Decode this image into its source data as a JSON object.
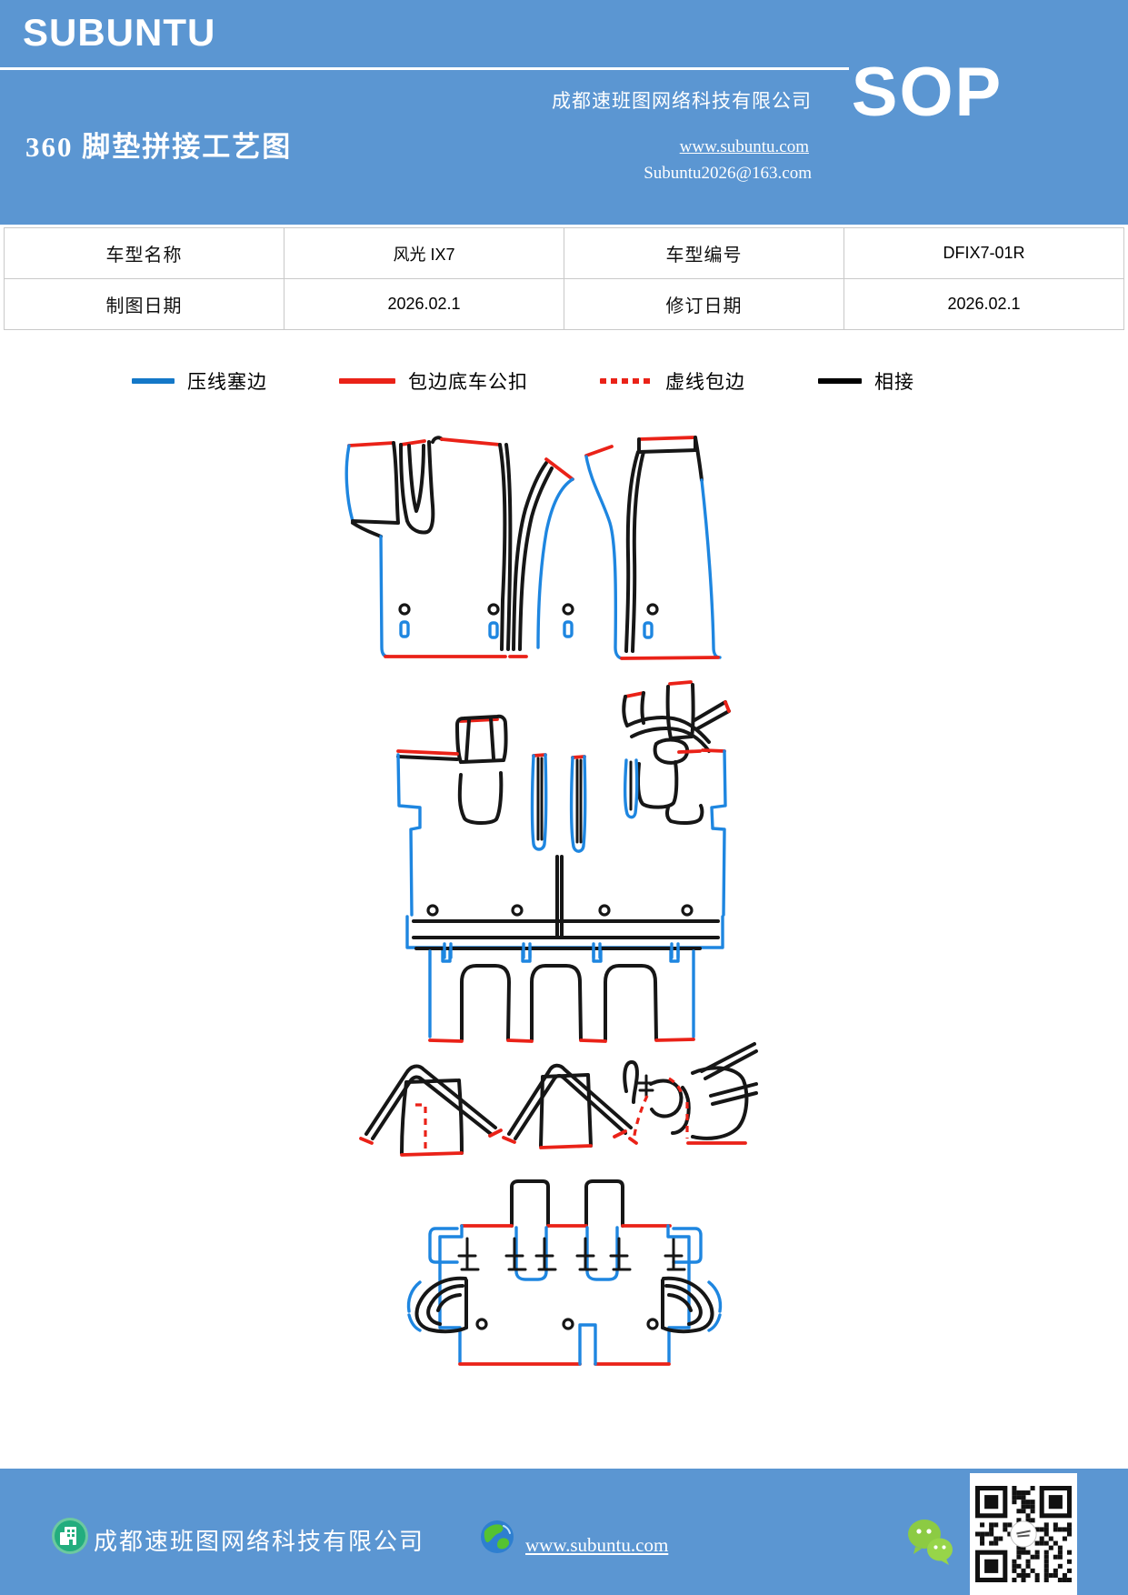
{
  "header": {
    "logo": "SUBUNTU",
    "company": "成都速班图网络科技有限公司",
    "badge": "SOP",
    "title": "360 脚垫拼接工艺图",
    "website": "www.subuntu.com",
    "email": "Subuntu2026@163.com"
  },
  "info_table": {
    "rows": [
      [
        "车型名称",
        "风光 IX7",
        "车型编号",
        "DFIX7-01R"
      ],
      [
        "制图日期",
        "2026.02.1",
        "修订日期",
        "2026.02.1"
      ]
    ]
  },
  "legend": {
    "items": [
      {
        "label": "压线塞边",
        "color": "#1478c8",
        "style": "solid"
      },
      {
        "label": "包边底车公扣",
        "color": "#ea2218",
        "style": "solid"
      },
      {
        "label": "虚线包边",
        "color": "#ea2218",
        "style": "dashed"
      },
      {
        "label": "相接",
        "color": "#000000",
        "style": "solid"
      }
    ]
  },
  "diagram": {
    "colors": {
      "blue": "#1e86e0",
      "red": "#ea2218",
      "black": "#161616"
    }
  },
  "footer": {
    "company": "成都速班图网络科技有限公司",
    "website": "www.subuntu.com"
  },
  "colors": {
    "accent": "#5b96d2",
    "wechat_green": "#8ccb43",
    "building_green": "#23ad7e"
  }
}
